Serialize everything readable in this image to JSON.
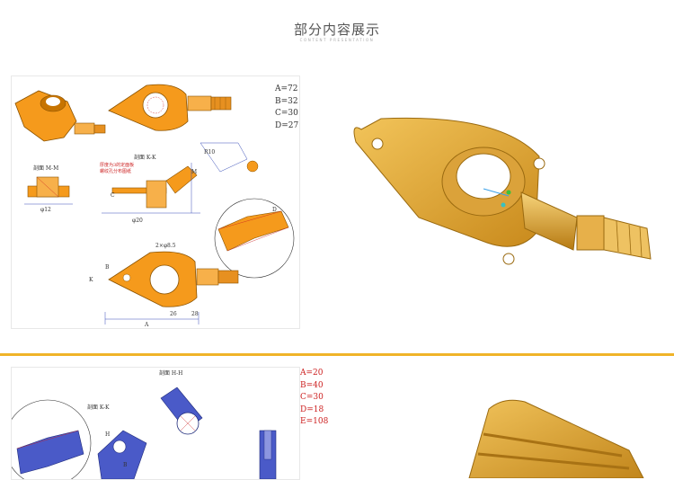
{
  "header": {
    "title": "部分内容展示",
    "subtitle": "CONTENT PRESENTATION"
  },
  "panel1": {
    "dims": [
      "A=72",
      "B=32",
      "C=30",
      "D=27"
    ],
    "labels": {
      "section_mm": "剖面 M-M",
      "section_kk": "剖面 K-K",
      "note_line1": "厚度为3的定面板",
      "note_line2": "螺纹孔分布图纸",
      "dim_a": "A",
      "dim_b": "B",
      "dim_c": "C",
      "dim_d": "D",
      "dim_m": "M",
      "dim_k": "K",
      "dim_26": "26",
      "dim_28": "28",
      "dim_4x": "2×φ8.5",
      "dim_phi12": "φ12",
      "dim_phi20": "φ20",
      "dim_r10": "R10"
    }
  },
  "panel2": {
    "dims": [
      "A=20",
      "B=40",
      "C=30",
      "D=18",
      "E=108"
    ],
    "labels": {
      "section_hh": "剖面 H-H",
      "section_kk": "剖面 K-K",
      "dim_h": "H",
      "dim_b": "B"
    }
  },
  "colors": {
    "accent": "#f0b428",
    "part_orange": "#f59a1c",
    "part_gold": "#e2a83a",
    "dim_red": "#cc1f1f",
    "dim_blue": "#3a4fb8",
    "part_blue": "#4a5ac8"
  }
}
